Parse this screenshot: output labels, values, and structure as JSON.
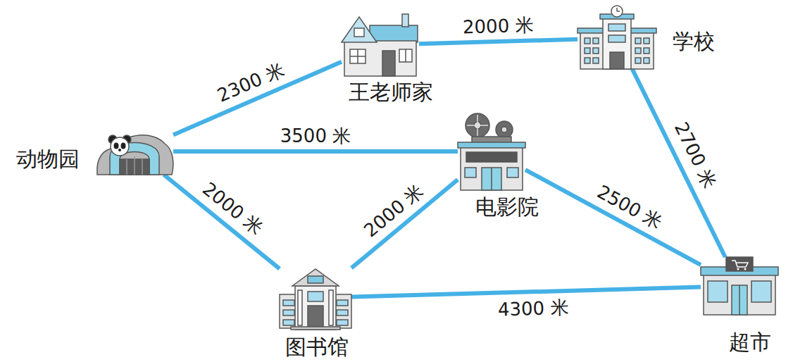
{
  "diagram": {
    "nodes": [
      {
        "text": [
          "王老师家"
        ]
      },
      {
        "text": [
          "学校"
        ]
      },
      {
        "text": [
          "动物园"
        ]
      },
      {
        "text": [
          "电影院"
        ]
      },
      {
        "text": [
          "图书馆"
        ]
      },
      {
        "text": [
          "超市"
        ]
      }
    ],
    "edges": [
      {
        "from": 2,
        "to": 0,
        "arrow": "none",
        "label": "2300 米"
      },
      {
        "from": 0,
        "to": 1,
        "arrow": "none",
        "label": "2000 米"
      },
      {
        "from": 2,
        "to": 3,
        "arrow": "none",
        "label": "3500 米"
      },
      {
        "from": 1,
        "to": 5,
        "arrow": "none",
        "label": "2700 米"
      },
      {
        "from": 2,
        "to": 4,
        "arrow": "none",
        "label": "2000 米"
      },
      {
        "from": 4,
        "to": 3,
        "arrow": "none",
        "label": "2000 米"
      },
      {
        "from": 3,
        "to": 5,
        "arrow": "none",
        "label": "2500 米"
      },
      {
        "from": 4,
        "to": 5,
        "arrow": "none",
        "label": "4300 米"
      }
    ]
  }
}
